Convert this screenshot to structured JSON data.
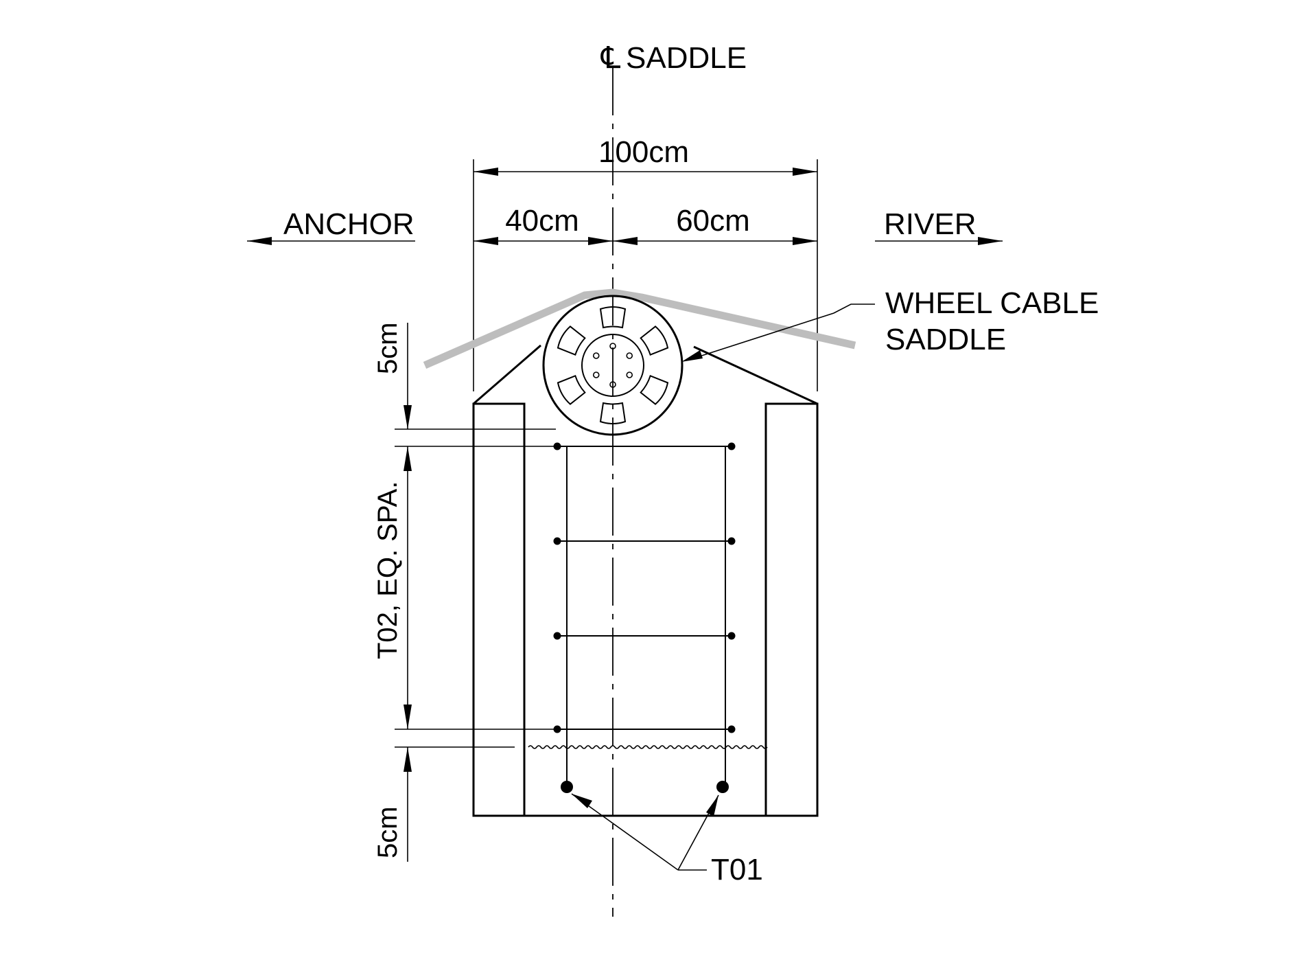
{
  "centerline": {
    "symbol": "℄",
    "label": "SADDLE"
  },
  "dimensions": {
    "overall_width": "100cm",
    "left_width": "40cm",
    "right_width": "60cm",
    "top_cover": "5cm",
    "bottom_cover": "5cm",
    "stirrup_spacing": "T02, EQ. SPA."
  },
  "directions": {
    "left": "ANCHOR",
    "right": "RIVER"
  },
  "callouts": {
    "saddle_line1": "WHEEL CABLE",
    "saddle_line2": "SADDLE",
    "main_bars": "T01"
  },
  "colors": {
    "cable": "#bdbdbd",
    "line": "#000000"
  }
}
